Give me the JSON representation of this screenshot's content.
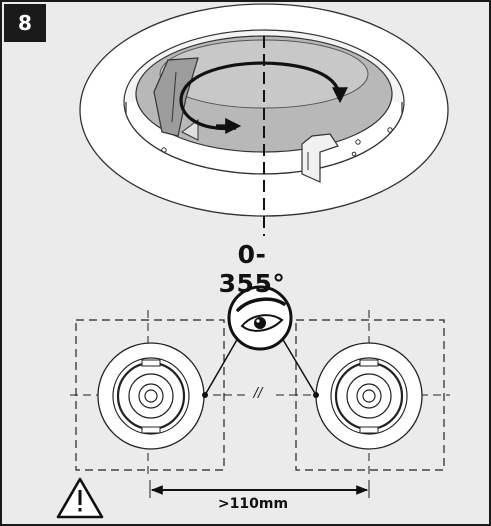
{
  "step": {
    "number": "8"
  },
  "rotation": {
    "angle_label": "0-355°"
  },
  "spacing": {
    "min_distance_label": ">110mm",
    "break_mark": "//"
  },
  "icons": {
    "warning": "warning-triangle-icon",
    "eye": "eye-icon",
    "rotate_arrow": "rotate-arrow-icon"
  },
  "colors": {
    "frame_border": "#1a1a1a",
    "background": "#ebebeb",
    "badge": "#1a1a1a"
  }
}
